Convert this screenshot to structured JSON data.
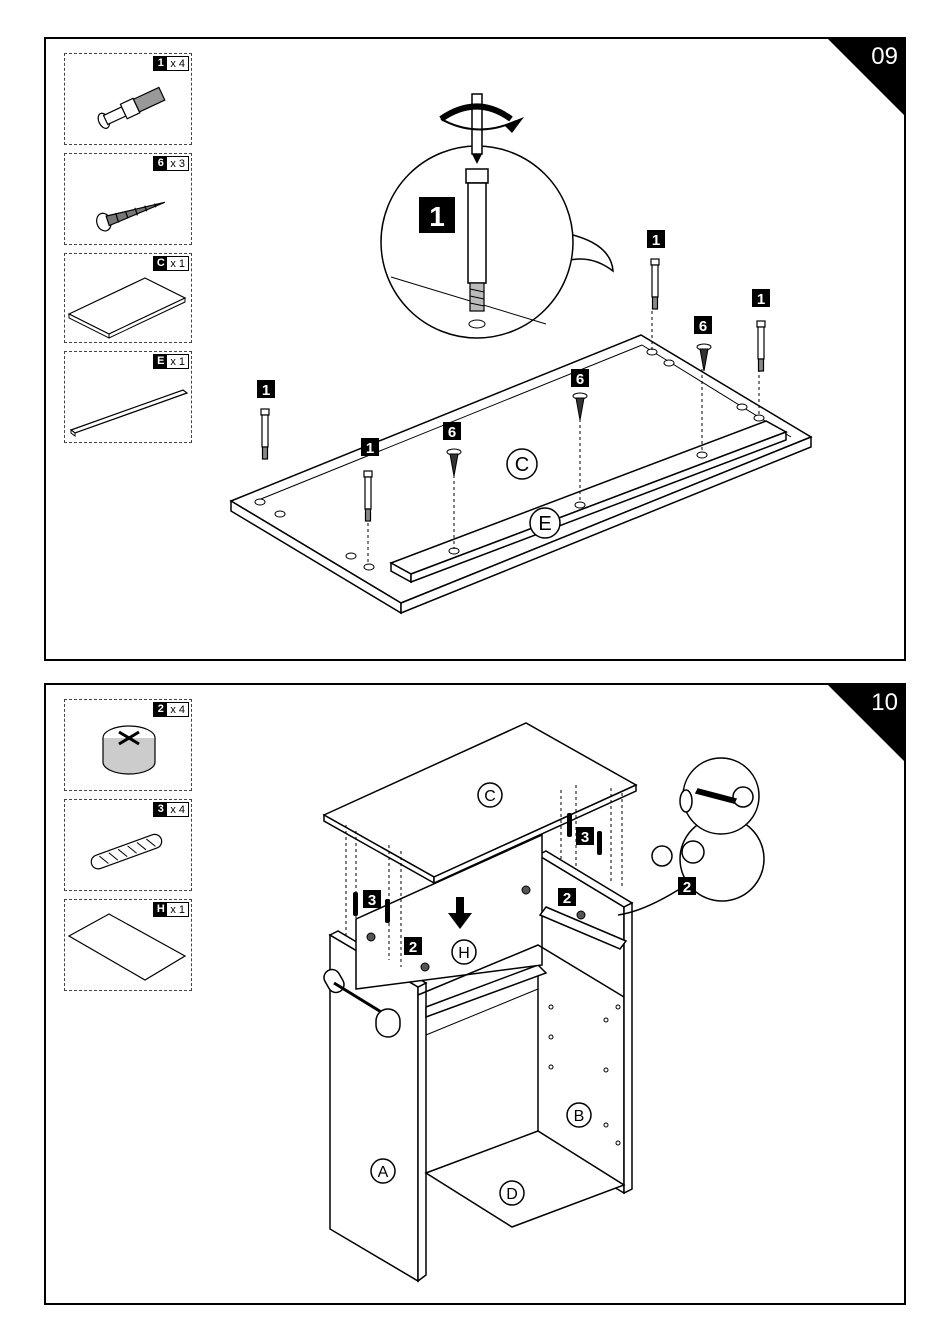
{
  "steps": [
    {
      "number": "09",
      "parts": [
        {
          "id": "1",
          "qty": "x 4",
          "icon": "cam-bolt-icon"
        },
        {
          "id": "6",
          "qty": "x 3",
          "icon": "screw-icon"
        },
        {
          "id": "C",
          "qty": "x 1",
          "icon": "panel-board-icon"
        },
        {
          "id": "E",
          "qty": "x 1",
          "icon": "rail-strip-icon"
        }
      ],
      "detail_tag": "1",
      "tags": [
        "1",
        "1",
        "1",
        "1",
        "6",
        "6",
        "6"
      ],
      "panel_labels": [
        "C",
        "E"
      ]
    },
    {
      "number": "10",
      "parts": [
        {
          "id": "2",
          "qty": "x 4",
          "icon": "cam-lock-icon"
        },
        {
          "id": "3",
          "qty": "x 4",
          "icon": "dowel-icon"
        },
        {
          "id": "H",
          "qty": "x 1",
          "icon": "back-panel-icon"
        }
      ],
      "tags": [
        "3",
        "3",
        "2",
        "2",
        "2"
      ],
      "panel_labels": [
        "C",
        "H",
        "B",
        "A",
        "D"
      ]
    }
  ]
}
